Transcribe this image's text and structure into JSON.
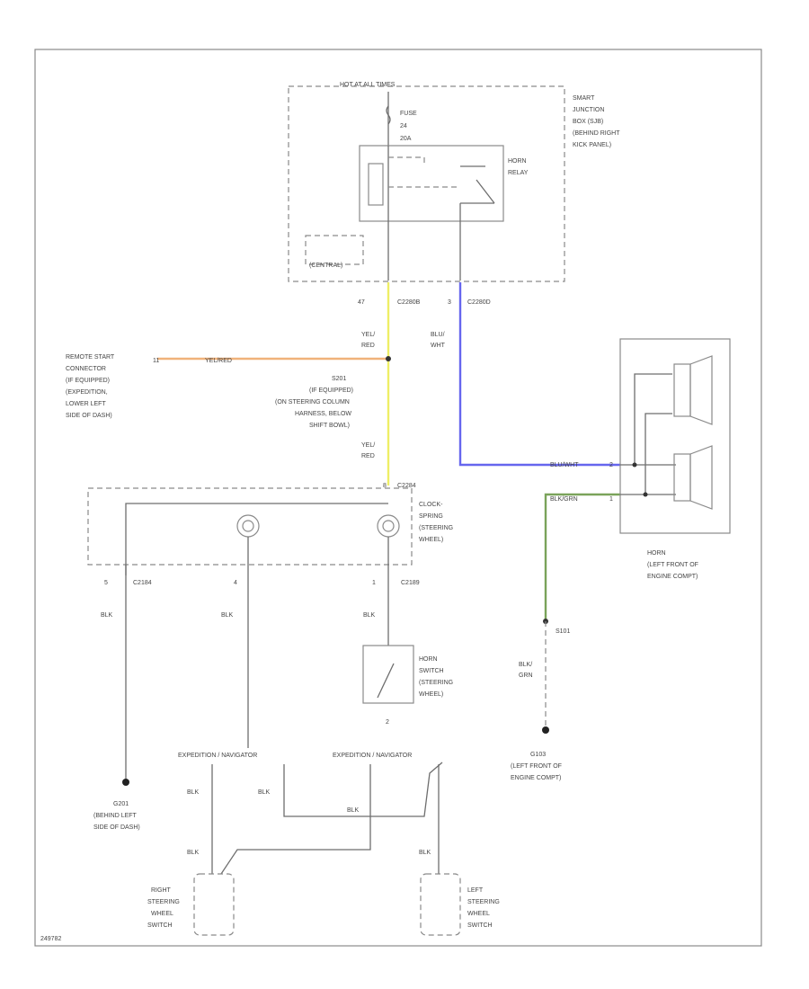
{
  "junction_box": {
    "header": "HOT AT ALL TIMES",
    "fuse": [
      "FUSE",
      "24",
      "20A"
    ],
    "label": [
      "SMART",
      "JUNCTION",
      "BOX (SJB)",
      "(BEHIND RIGHT",
      "KICK PANEL)"
    ],
    "relay_label": [
      "HORN",
      "RELAY"
    ],
    "gem_label": "(CENTRAL)",
    "pin_left": "47",
    "conn_left": "C2280B",
    "pin_right": "3",
    "conn_right": "C2280D"
  },
  "wires": {
    "yel_red_1": [
      "YEL/",
      "RED"
    ],
    "yel_red_2": [
      "YEL/",
      "RED"
    ],
    "blu_wht": [
      "BLU/",
      "WHT"
    ],
    "remote_wire": "YEL/RED",
    "remote_pin": "11",
    "splice_label": [
      "S201",
      "(IF EQUIPPED)",
      "(ON STEERING COLUMN",
      "HARNESS, BELOW",
      "SHIFT BOWL)"
    ],
    "remote_label": [
      "REMOTE START",
      "CONNECTOR",
      "(IF EQUIPPED)",
      "(EXPEDITION,",
      "LOWER LEFT",
      "SIDE OF DASH)"
    ],
    "horn_wire_1": "BLU/WHT",
    "horn_wire_2": "BLK/GRN",
    "horn_pin_1": "2",
    "horn_pin_2": "1"
  },
  "horn": {
    "label": [
      "HORN",
      "(LEFT FRONT OF",
      "ENGINE COMPT)"
    ],
    "splice": "S101",
    "wire": [
      "BLK/",
      "GRN"
    ],
    "ground": "G103",
    "ground_label": [
      "G103",
      "(LEFT FRONT OF",
      "ENGINE COMPT)"
    ]
  },
  "clockspring": {
    "label": [
      "CLOCK-",
      "SPRING",
      "(STEERING",
      "WHEEL)"
    ],
    "conn_top": "C2284",
    "pin_top": "8",
    "pin_1": "5",
    "conn_1": "C2184",
    "pin_2": "4",
    "pin_3": "1",
    "conn_3": "C2189"
  },
  "lower": {
    "blk_1": "BLK",
    "blk_2": "BLK",
    "blk_3": "BLK",
    "horn_switch": [
      "HORN",
      "SWITCH",
      "(STEERING",
      "WHEEL)"
    ],
    "switch_pin": "2",
    "ground_left": [
      "G201",
      "(BEHIND LEFT",
      "SIDE OF DASH)"
    ],
    "variant_1": "EXPEDITION / NAVIGATOR",
    "variant_2": "EXPEDITION / NAVIGATOR",
    "blk_a": "BLK",
    "blk_b": "BLK",
    "blk_c": "BLK",
    "blk_d": "BLK",
    "blk_e": "BLK",
    "right_switch": [
      "RIGHT",
      "STEERING",
      "WHEEL",
      "SWITCH"
    ],
    "left_switch": [
      "LEFT",
      "STEERING",
      "WHEEL",
      "SWITCH"
    ]
  },
  "footer": "249782",
  "colors": {
    "yellow_wire": "#eeee66",
    "orange_wire": "#f0b27a",
    "blue_wire": "#6666ee",
    "green_wire": "#7aa35a"
  }
}
